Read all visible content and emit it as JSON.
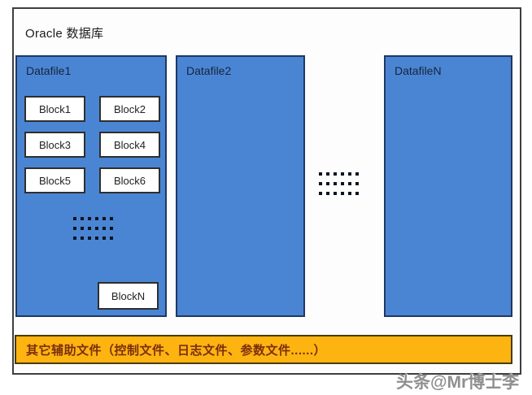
{
  "title": "Oracle 数据库",
  "datafiles": [
    {
      "label": "Datafile1",
      "blocks": [
        "Block1",
        "Block2",
        "Block3",
        "Block4",
        "Block5",
        "Block6"
      ],
      "ellipsis": "3x6",
      "last_block": "BlockN"
    },
    {
      "label": "Datafile2"
    },
    {
      "label": "DatafileN"
    }
  ],
  "ellipsis_between_files": "3x6",
  "auxiliary_bar": {
    "text": "其它辅助文件（控制文件、日志文件、参数文件......）"
  },
  "watermark": "头条@Mr博士李",
  "colors": {
    "datafile_fill": "#4a85d3",
    "datafile_border": "#1f3864",
    "block_fill": "#ffffff",
    "block_border": "#2e2e2e",
    "block_text": "#222222",
    "aux_fill": "#fdb411",
    "aux_border": "#4a3b10",
    "aux_text": "#7a2e0e",
    "outer_border": "#3f3f3f",
    "dot_color": "#0c1420",
    "label_text": "#16243f",
    "watermark_color": "#8f8f8f"
  }
}
